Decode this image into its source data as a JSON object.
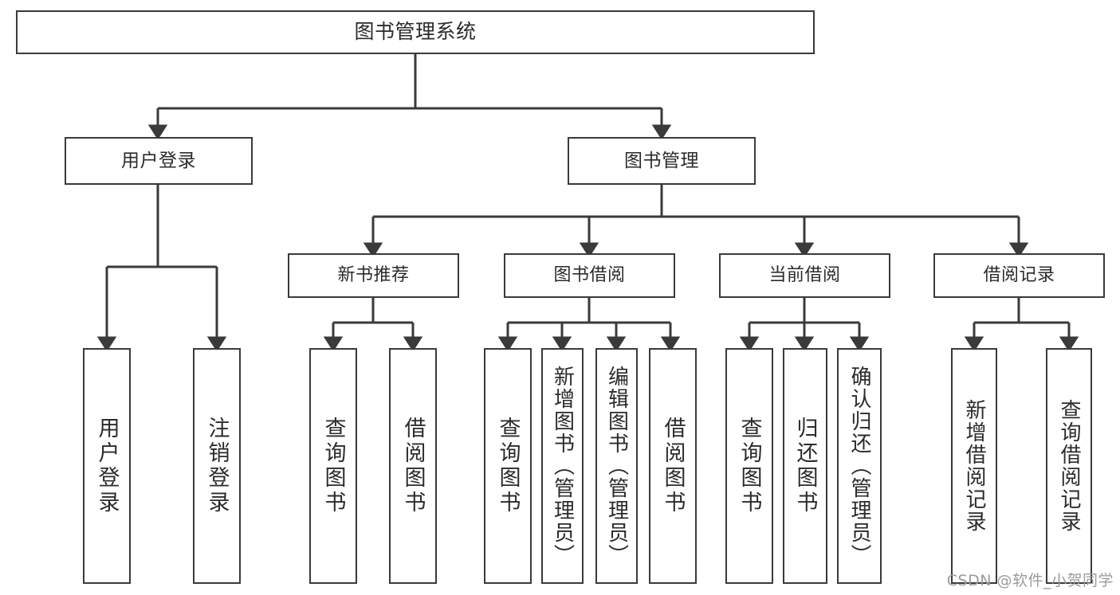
{
  "diagram": {
    "title": "图书管理系统",
    "type": "hierarchy-tree",
    "background_color": "#ffffff",
    "box_border_color": "#3a3a3a",
    "connector_color": "#3a3a3a",
    "text_color": "#2b2b2b",
    "root": {
      "label": "图书管理系统"
    },
    "level1": [
      {
        "label": "用户登录"
      },
      {
        "label": "图书管理"
      }
    ],
    "level2": [
      {
        "label": "新书推荐"
      },
      {
        "label": "图书借阅"
      },
      {
        "label": "当前借阅"
      },
      {
        "label": "借阅记录"
      }
    ],
    "leaves": {
      "user_login": [
        {
          "label": "用户登录"
        },
        {
          "label": "注销登录"
        }
      ],
      "new_book_recommend": [
        {
          "label": "查询图书"
        },
        {
          "label": "借阅图书"
        }
      ],
      "book_borrow": [
        {
          "label": "查询图书"
        },
        {
          "label": "新增图书（管理员）"
        },
        {
          "label": "编辑图书（管理员）"
        },
        {
          "label": "借阅图书"
        }
      ],
      "current_borrow": [
        {
          "label": "查询图书"
        },
        {
          "label": "归还图书"
        },
        {
          "label": "确认归还（管理员）"
        }
      ],
      "borrow_record": [
        {
          "label": "新增借阅记录"
        },
        {
          "label": "查询借阅记录"
        }
      ]
    },
    "watermark": "CSDN @软件_小贺同学"
  }
}
